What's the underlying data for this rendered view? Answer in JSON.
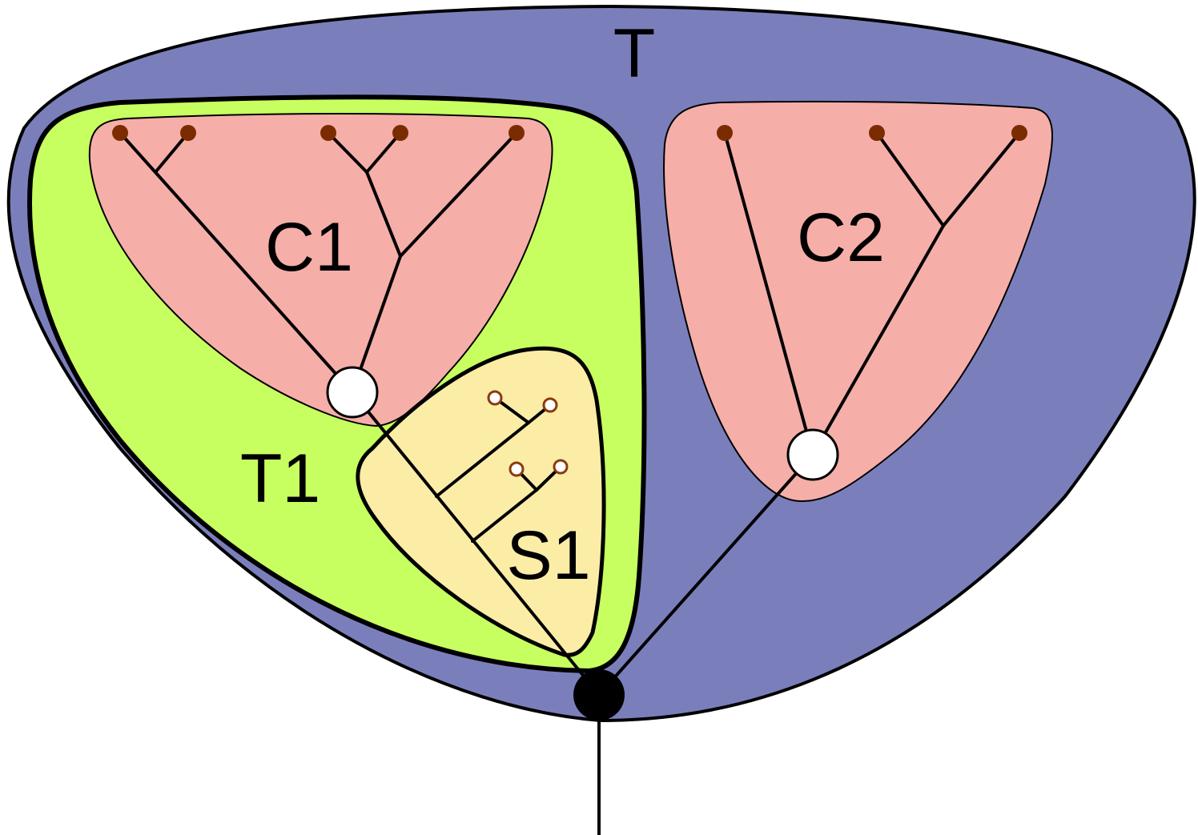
{
  "labels": {
    "outer_tree": "T",
    "subtree": "T1",
    "clade_left": "C1",
    "clade_right": "C2",
    "subclade": "S1"
  },
  "colors": {
    "outer_tree_fill": "#7a7fbc",
    "subtree_fill": "#c8ff60",
    "clade_fill": "#f6aea9",
    "subclade_fill": "#fbeda6",
    "leaf_filled": "#7a2c00",
    "leaf_hollow_stroke": "#8a3a10",
    "node_open": "#ffffff",
    "root_node": "#000000",
    "line": "#000000"
  },
  "nodes": {
    "clade_root": "hollow-circle",
    "tree_root": "filled-circle",
    "clade_leaves": "filled-brown-dot",
    "subclade_leaves": "hollow-dot"
  }
}
